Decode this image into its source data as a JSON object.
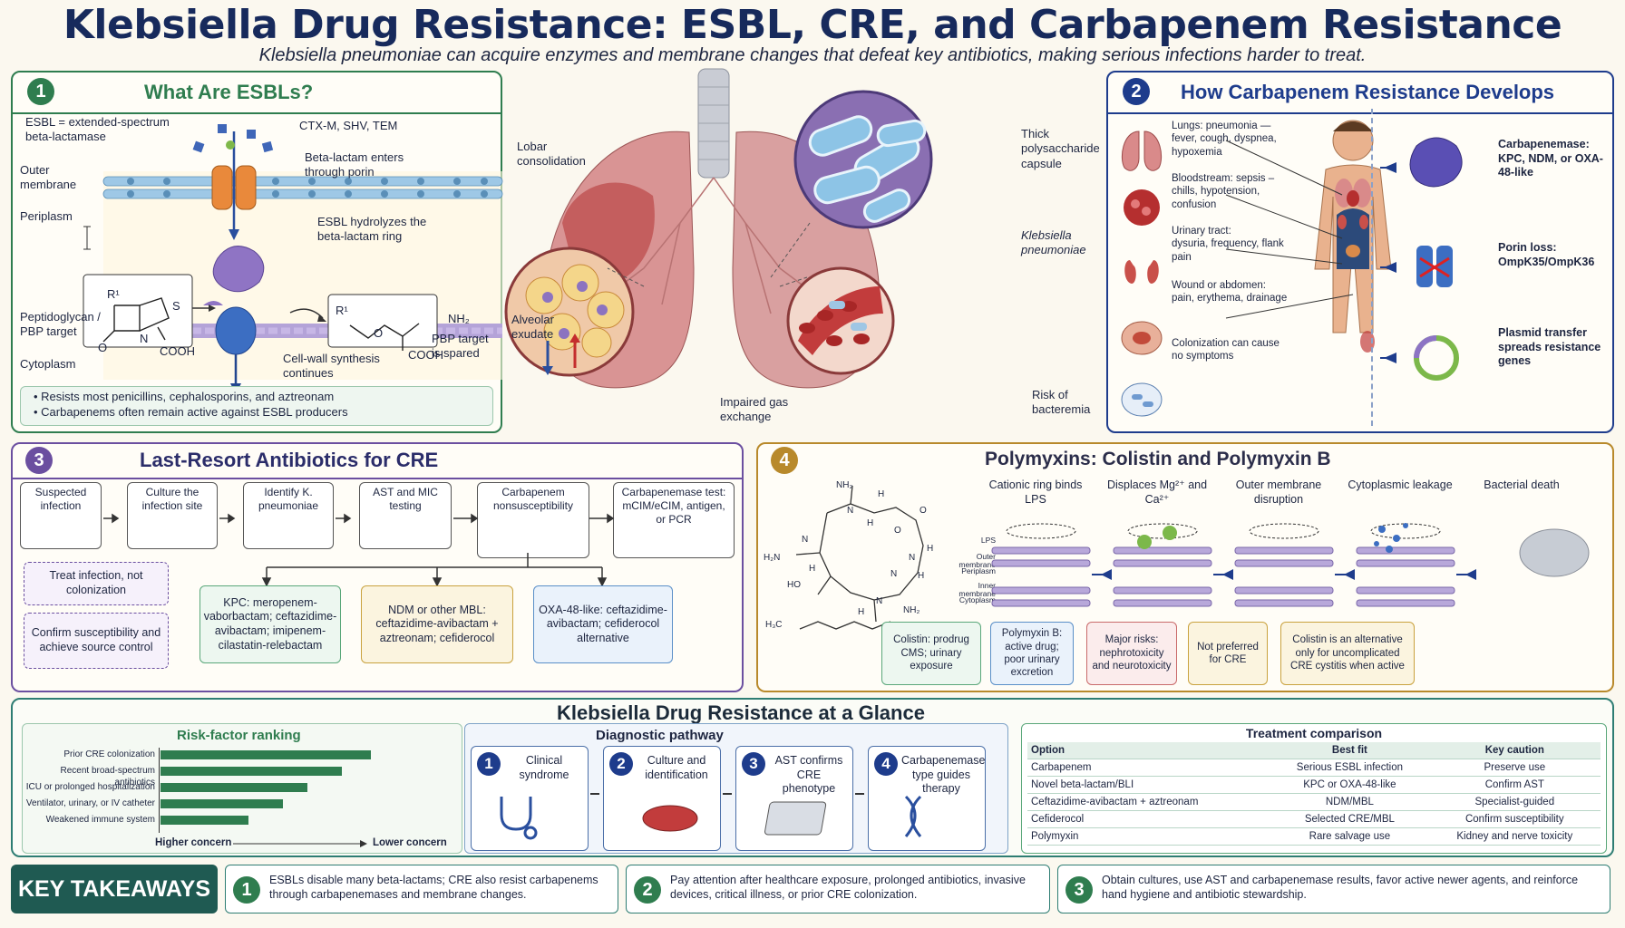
{
  "title": "Klebsiella Drug Resistance: ESBL, CRE, and Carbapenem Resistance",
  "subtitle": "Klebsiella pneumoniae can acquire enzymes and membrane changes that defeat key antibiotics, making serious infections harder to treat.",
  "colors": {
    "green": "#2f7d4f",
    "navy": "#1e3c8c",
    "purple": "#6b4fa0",
    "gold": "#b8892b",
    "teal": "#2e7d73"
  },
  "esbl": {
    "num": "1",
    "title": "What Are ESBLs?",
    "def": "ESBL = extended-spectrum beta-lactamase",
    "enzymes": "CTX-M, SHV, TEM",
    "outer": "Outer membrane",
    "enters": "Beta-lactam enters through porin",
    "periplasm": "Periplasm",
    "hydro": "ESBL hydrolyzes the beta-lactam ring",
    "pg": "Peptidoglycan / PBP target",
    "cyto": "Cytoplasm",
    "cellwall": "Cell-wall synthesis continues",
    "spared": "PBP target is spared",
    "bullet1": "Resists most penicillins, cephalosporins, and aztreonam",
    "bullet2": "Carbapenems often remain active against ESBL producers",
    "mol_r1": "R¹",
    "mol_s": "S",
    "mol_o": "O",
    "mol_n": "N",
    "mol_cooh": "COOH",
    "mol_nh2": "NH₂",
    "mol_o2": "O"
  },
  "lung": {
    "lobar": "Lobar consolidation",
    "capsule": "Thick polysaccharide capsule",
    "kleb": "Klebsiella pneumoniae",
    "alveolar": "Alveolar exudate",
    "impaired": "Impaired gas exchange",
    "bacteremia": "Risk of bacteremia"
  },
  "carb": {
    "num": "2",
    "title": "How Carbapenem Resistance Develops",
    "sites": [
      {
        "head": "Lungs: pneumonia —",
        "body": "fever, cough, dyspnea, hypoxemia"
      },
      {
        "head": "Bloodstream: sepsis –",
        "body": "chills, hypotension, confusion"
      },
      {
        "head": "Urinary tract:",
        "body": "dysuria, frequency, flank pain"
      },
      {
        "head": "Wound or abdomen:",
        "body": "pain, erythema, drainage"
      },
      {
        "head": "",
        "body": "Colonization can cause no symptoms"
      }
    ],
    "mechs": [
      {
        "text": "Carbapenemase: KPC, NDM, or OXA-48-like"
      },
      {
        "text": "Porin loss: OmpK35/OmpK36"
      },
      {
        "text": "Plasmid transfer spreads resistance genes"
      }
    ]
  },
  "cre": {
    "num": "3",
    "title": "Last-Resort Antibiotics for CRE",
    "steps": [
      "Suspected infection",
      "Culture the infection site",
      "Identify K. pneumoniae",
      "AST and MIC testing",
      "Carbapenem nonsusceptibility",
      "Carbapenemase test: mCIM/eCIM, antigen, or PCR"
    ],
    "notes": [
      "Treat infection, not colonization",
      "Confirm susceptibility and achieve source control"
    ],
    "kpc": "KPC: meropenem-vaborbactam; ceftazidime-avibactam; imipenem-cilastatin-relebactam",
    "ndm": "NDM or other MBL: ceftazidime-avibactam + aztreonam; cefiderocol",
    "oxa": "OXA-48-like: ceftazidime-avibactam; cefiderocol alternative"
  },
  "poly": {
    "num": "4",
    "title": "Polymyxins: Colistin and Polymyxin B",
    "stages": [
      "Cationic ring binds LPS",
      "Displaces Mg²⁺ and Ca²⁺",
      "Outer membrane disruption",
      "Cytoplasmic leakage",
      "Bacterial death"
    ],
    "layers": [
      "LPS",
      "Outer membrane",
      "Periplasm",
      "Inner membrane",
      "Cytoplasm"
    ],
    "boxes": [
      "Colistin: prodrug CMS; urinary exposure",
      "Polymyxin B: active drug; poor urinary excretion",
      "Major risks: nephrotoxicity and neurotoxicity",
      "Not preferred for CRE",
      "Colistin is an alternative only for uncomplicated CRE cystitis when active"
    ],
    "mol": {
      "nh2a": "NH₂",
      "h1": "H",
      "n1": "N",
      "h2": "H",
      "n2": "N",
      "o1": "O",
      "h3": "H",
      "n3": "N",
      "h2n": "H₂N",
      "h4": "H",
      "ho": "HO",
      "h3c": "H₃C",
      "nh2b": "NH₂",
      "h5": "H",
      "n4": "N",
      "o2": "O",
      "n5": "N",
      "h6": "H"
    }
  },
  "glance": {
    "title": "Klebsiella Drug Resistance at a Glance",
    "risk_title": "Risk-factor ranking",
    "higher": "Higher concern",
    "lower": "Lower concern",
    "diag_title": "Diagnostic pathway",
    "diag": [
      {
        "n": "1",
        "text": "Clinical syndrome"
      },
      {
        "n": "2",
        "text": "Culture and identification"
      },
      {
        "n": "3",
        "text": "AST confirms CRE phenotype"
      },
      {
        "n": "4",
        "text": "Carbapenemase type guides therapy"
      }
    ],
    "treat_title": "Treatment comparison",
    "treat_head": [
      "Option",
      "Best fit",
      "Key caution"
    ],
    "treat_rows": [
      [
        "Carbapenem",
        "Serious ESBL infection",
        "Preserve use"
      ],
      [
        "Novel beta-lactam/BLI",
        "KPC or OXA-48-like",
        "Confirm AST"
      ],
      [
        "Ceftazidime-avibactam + aztreonam",
        "NDM/MBL",
        "Specialist-guided"
      ],
      [
        "Cefiderocol",
        "Selected CRE/MBL",
        "Confirm susceptibility"
      ],
      [
        "Polymyxin",
        "Rare salvage use",
        "Kidney and nerve toxicity"
      ]
    ]
  },
  "chart_data": {
    "type": "bar",
    "orientation": "horizontal",
    "title": "Risk-factor ranking",
    "categories": [
      "Prior CRE colonization",
      "Recent broad-spectrum antibiotics",
      "ICU or prolonged hospitalization",
      "Ventilator, urinary, or IV catheter",
      "Weakened immune system"
    ],
    "values": [
      1.0,
      0.86,
      0.7,
      0.58,
      0.42
    ],
    "xlabel": "Higher concern → Lower concern",
    "color": "#2f7d4f"
  },
  "takeaways": {
    "label": "KEY TAKEAWAYS",
    "items": [
      {
        "n": "1",
        "text": "ESBLs disable many beta-lactams; CRE also resist carbapenems through carbapenemases and membrane changes."
      },
      {
        "n": "2",
        "text": "Pay attention after healthcare exposure, prolonged antibiotics, invasive devices, critical illness, or prior CRE colonization."
      },
      {
        "n": "3",
        "text": "Obtain cultures, use AST and carbapenemase results, favor active newer agents, and reinforce hand hygiene and antibiotic stewardship."
      }
    ]
  }
}
